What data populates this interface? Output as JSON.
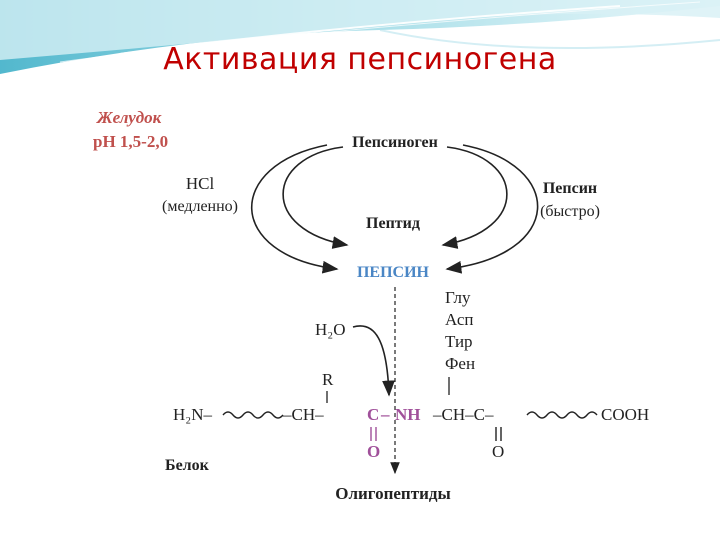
{
  "slide": {
    "title": "Активация пепсиногена"
  },
  "colors": {
    "title": "#c00000",
    "stomach_label": "#c0504d",
    "pepsin": "#4a86c5",
    "cleavage_bond": "#a0509a",
    "ink": "#222222"
  },
  "diagram": {
    "stomach_label": "Желудок",
    "ph_label": "pH 1,5-2,0",
    "pepsinogen": "Пепсиноген",
    "hcl": "HCl",
    "hcl_rate": "(медленно)",
    "pepsin_catalyst": "Пепсин",
    "pepsin_rate": "(быстро)",
    "peptide": "Пептид",
    "pepsin_product": "ПЕПСИН",
    "water": "H₂O",
    "amino_acids": [
      "Глу",
      "Асп",
      "Тир",
      "Фен"
    ],
    "side_chain": "R",
    "n_terminus": "H₂N–",
    "ch_left": "–CH–",
    "c_left": "C",
    "dash_left": "–",
    "nh": "NH",
    "ch_right": "–CH–C–",
    "c_terminus": "COOH",
    "oxygen_left": "O",
    "oxygen_right": "O",
    "protein_label": "Белок",
    "product_label": "Олигопептиды"
  }
}
